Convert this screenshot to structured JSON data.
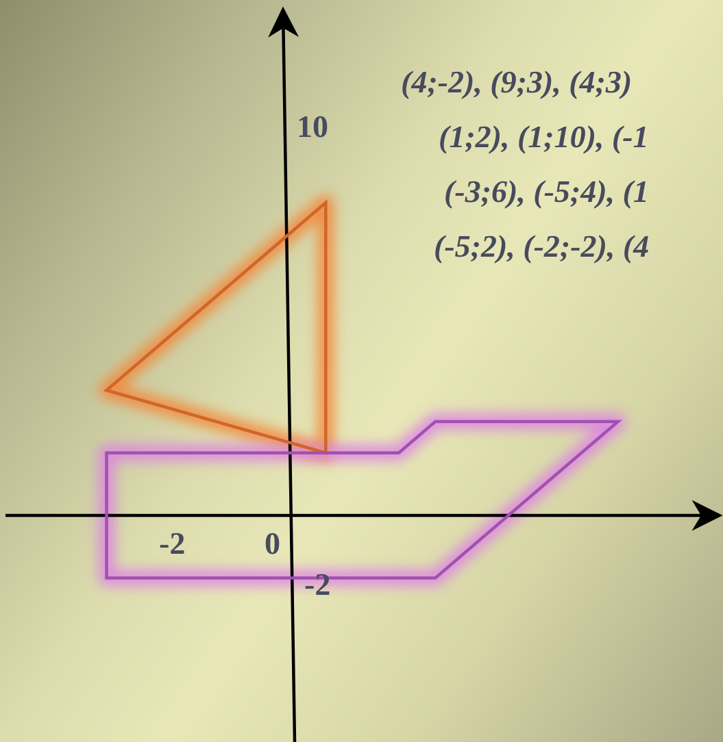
{
  "coordinates_text": [
    "(4;-2), (9;3), (4;3)",
    "(1;2), (1;10), (-1",
    "(-3;6), (-5;4), (1",
    "(-5;2), (-2;-2), (4"
  ],
  "axis_labels": {
    "origin": "0",
    "x_neg2": "-2",
    "y_neg2": "-2",
    "y_10": "10"
  },
  "shapes": {
    "boat_hull": {
      "points": [
        [
          -5,
          -2
        ],
        [
          -5,
          2
        ],
        [
          3,
          2
        ],
        [
          4,
          3
        ],
        [
          9,
          3
        ],
        [
          4,
          -2
        ]
      ],
      "color": "#a24fb3",
      "glow": "#dd82e3"
    },
    "sail": {
      "points": [
        [
          1,
          2
        ],
        [
          1,
          10
        ],
        [
          -5,
          4
        ]
      ],
      "color": "#d0652a",
      "glow": "#f28a3c"
    }
  },
  "colors": {
    "axis": "#000000",
    "text": "#474b5c"
  }
}
